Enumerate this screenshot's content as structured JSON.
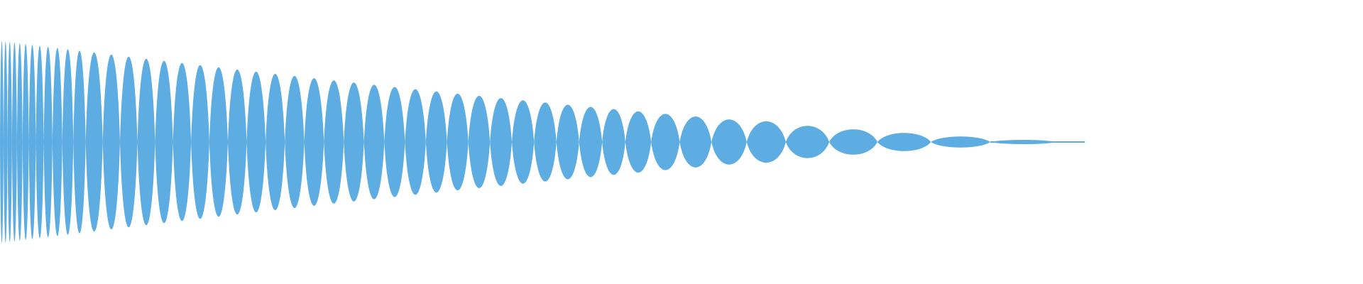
{
  "waveform": {
    "fill_color": "#5dade2",
    "background_color": "#ffffff",
    "envelope": "decaying",
    "lobe_count": 48,
    "lobe_widening": "increasing"
  }
}
